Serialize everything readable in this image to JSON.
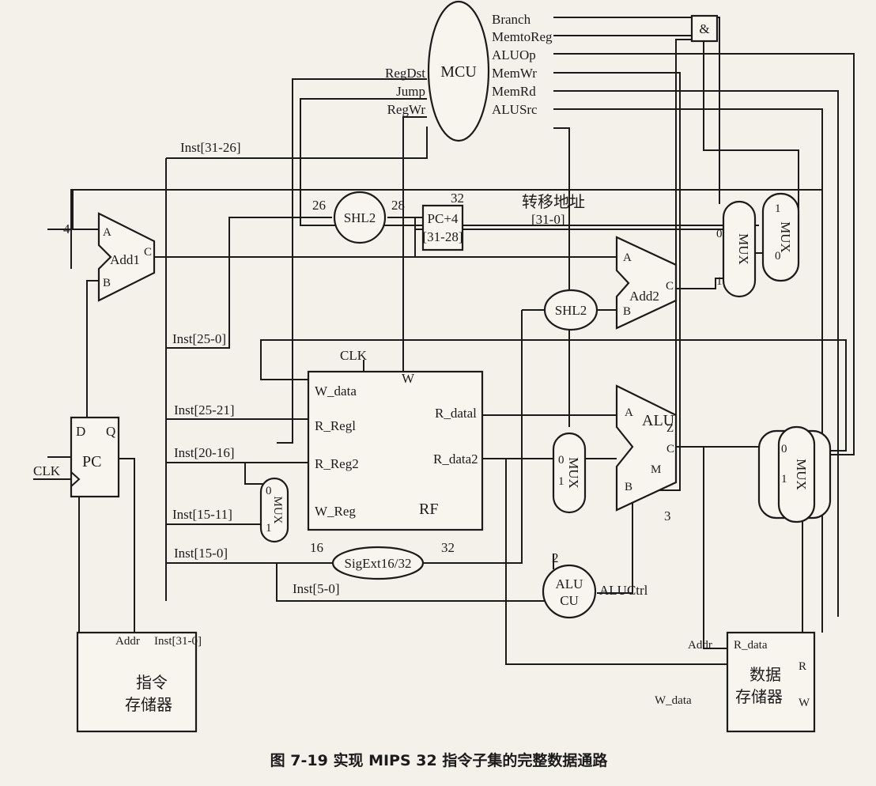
{
  "caption": "图 7-19   实现 MIPS 32 指令子集的完整数据通路",
  "mcu": {
    "name": "MCU",
    "signals_right": [
      "Branch",
      "MemtoReg",
      "ALUOp",
      "MemWr",
      "MemRd",
      "ALUSrc"
    ],
    "signals_left": [
      "RegDst",
      "Jump",
      "RegWr"
    ]
  },
  "and_gate": "&",
  "add1": {
    "name": "Add1",
    "a": "A",
    "b": "B",
    "c": "C",
    "const": "4"
  },
  "add2": {
    "name": "Add2",
    "a": "A",
    "b": "B",
    "c": "C"
  },
  "shl2_top": "SHL2",
  "shl2_mid": "SHL2",
  "sigext": "SigExt16/32",
  "pc": {
    "name": "PC",
    "d": "D",
    "q": "Q",
    "clk": "CLK"
  },
  "rf": {
    "name": "RF",
    "clk": "CLK",
    "w_data": "W_data",
    "r_reg1": "R_Regl",
    "r_reg2": "R_Reg2",
    "w_reg": "W_Reg",
    "r_data1": "R_datal",
    "r_data2": "R_data2",
    "w": "W"
  },
  "alu": {
    "name": "ALU",
    "a": "A",
    "b": "B",
    "z": "Z",
    "c": "C",
    "m": "M"
  },
  "alucu": {
    "name1": "ALU",
    "name2": "CU",
    "ctrl": "ALUCtrl",
    "bits_in": "2",
    "bits_out": "3"
  },
  "mux": {
    "label": "MUX",
    "in0": "0",
    "in1": "1"
  },
  "inst_mem": {
    "addr": "Addr",
    "out": "Inst[31-0]",
    "title1": "指令",
    "title2": "存储器"
  },
  "data_mem": {
    "addr": "Addr",
    "r_data": "R_data",
    "w_data": "W_data",
    "r": "R",
    "w": "W",
    "title1": "数据",
    "title2": "存储器"
  },
  "fields": {
    "f31_26": "Inst[31-26]",
    "f25_0": "Inst[25-0]",
    "f25_21": "Inst[25-21]",
    "f20_16": "Inst[20-16]",
    "f15_11": "Inst[15-11]",
    "f15_0": "Inst[15-0]",
    "f5_0": "Inst[5-0]"
  },
  "bus": {
    "b26": "26",
    "b28": "28",
    "b32": "32",
    "b16": "16",
    "b32b": "32",
    "pc4": "PC+4",
    "pc4_bits": "[31-28]",
    "jump_addr": "转移地址",
    "jump_bits": "[31-0]"
  }
}
